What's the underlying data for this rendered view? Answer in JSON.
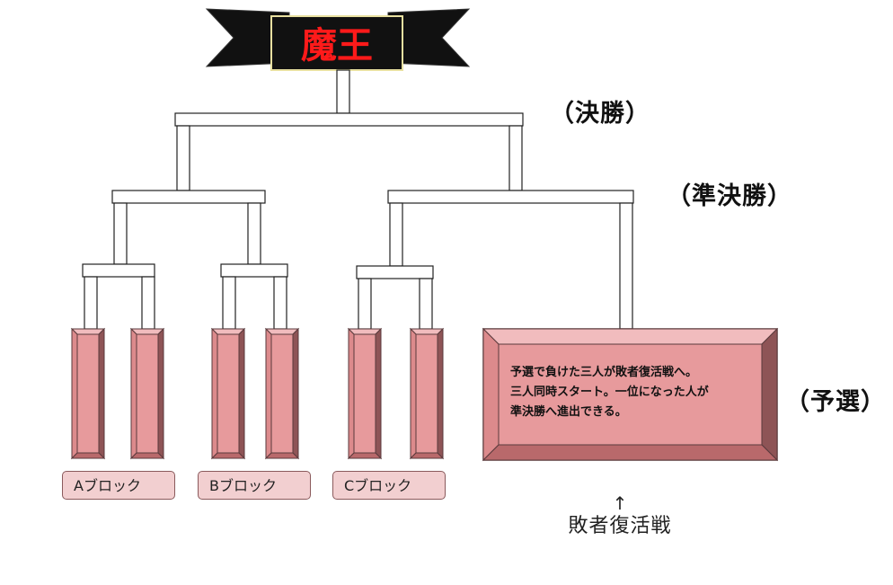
{
  "banner": {
    "title": "魔王",
    "title_color": "#ff1a1a",
    "fill_color": "#111111"
  },
  "stages": {
    "final": "（決勝）",
    "semifinal": "（準決勝）",
    "preliminary": "（予選）"
  },
  "blocks": [
    {
      "label": "Aブロック"
    },
    {
      "label": "Bブロック"
    },
    {
      "label": "Cブロック"
    }
  ],
  "repechage": {
    "lines": [
      "予選で負けた三人が敗者復活戦へ。",
      "三人同時スタート。一位になった人が",
      "準決勝へ進出できる。"
    ],
    "arrow": "↑",
    "caption": "敗者復活戦"
  },
  "colors": {
    "pillar_fill": "#e79a9c",
    "pillar_stroke": "#5a3a3c",
    "block_label_fill": "#f2cfd0",
    "box_fill": "#e79a9c"
  }
}
